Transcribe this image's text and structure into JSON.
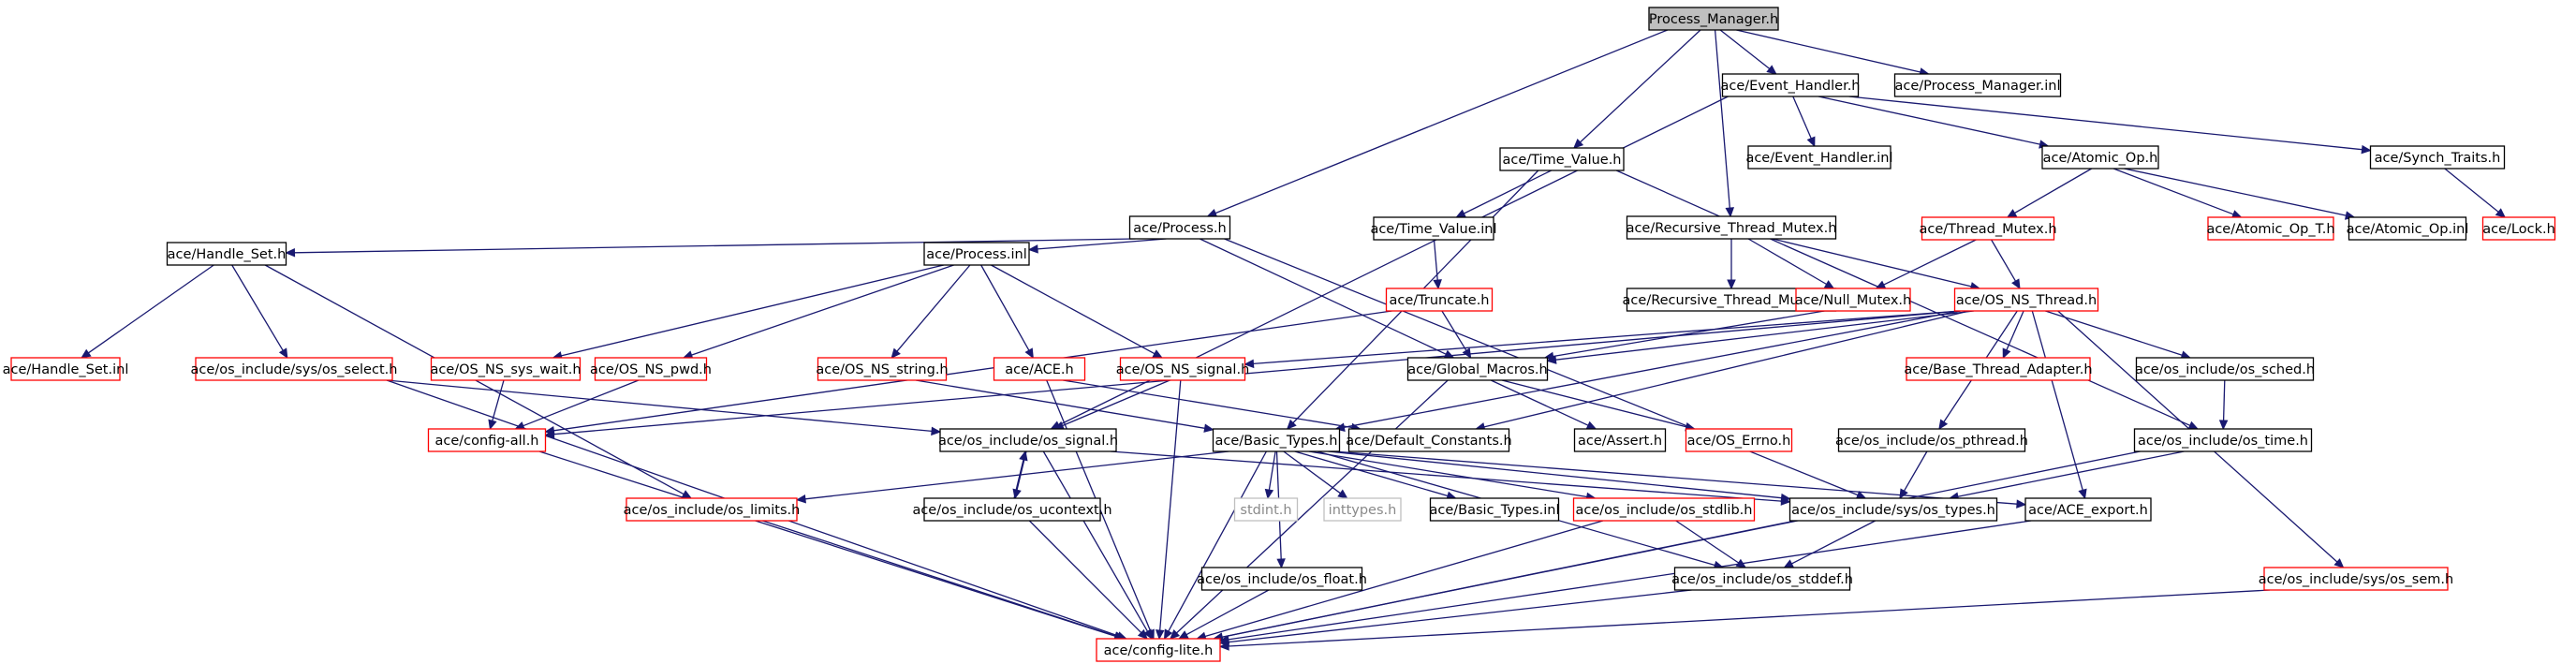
{
  "diagram": {
    "colors": {
      "edge": "#191970",
      "border_documented": "#000000",
      "border_undocumented": "#ff0000",
      "border_system": "#bfbfbf",
      "root_fill": "#bfbfbf"
    },
    "nodes": [
      {
        "id": "n0",
        "label": "Process_Manager.h",
        "style": "root"
      },
      {
        "id": "n1",
        "label": "ace/Event_Handler.h",
        "style": "black"
      },
      {
        "id": "n2",
        "label": "ace/Process_Manager.inl",
        "style": "black"
      },
      {
        "id": "n3",
        "label": "ace/Time_Value.h",
        "style": "black"
      },
      {
        "id": "n4",
        "label": "ace/Event_Handler.inl",
        "style": "black"
      },
      {
        "id": "n5",
        "label": "ace/Atomic_Op.h",
        "style": "black"
      },
      {
        "id": "n6",
        "label": "ace/Synch_Traits.h",
        "style": "black"
      },
      {
        "id": "n7",
        "label": "ace/Process.h",
        "style": "black"
      },
      {
        "id": "n8",
        "label": "ace/Time_Value.inl",
        "style": "black"
      },
      {
        "id": "n9",
        "label": "ace/Recursive_Thread_Mutex.h",
        "style": "black"
      },
      {
        "id": "n10",
        "label": "ace/Thread_Mutex.h",
        "style": "red"
      },
      {
        "id": "n11",
        "label": "ace/Atomic_Op_T.h",
        "style": "red"
      },
      {
        "id": "n12",
        "label": "ace/Atomic_Op.inl",
        "style": "black"
      },
      {
        "id": "n13",
        "label": "ace/Lock.h",
        "style": "red"
      },
      {
        "id": "n14",
        "label": "ace/Handle_Set.h",
        "style": "black"
      },
      {
        "id": "n15",
        "label": "ace/Process.inl",
        "style": "black"
      },
      {
        "id": "n16",
        "label": "ace/Truncate.h",
        "style": "red"
      },
      {
        "id": "n17",
        "label": "ace/Recursive_Thread_Mutex.inl",
        "style": "black"
      },
      {
        "id": "n18",
        "label": "ace/Null_Mutex.h",
        "style": "red"
      },
      {
        "id": "n19",
        "label": "ace/OS_NS_Thread.h",
        "style": "red"
      },
      {
        "id": "n20",
        "label": "ace/Handle_Set.inl",
        "style": "red"
      },
      {
        "id": "n21",
        "label": "ace/os_include/sys/os_select.h",
        "style": "red"
      },
      {
        "id": "n22",
        "label": "ace/OS_NS_sys_wait.h",
        "style": "red"
      },
      {
        "id": "n23",
        "label": "ace/OS_NS_pwd.h",
        "style": "red"
      },
      {
        "id": "n24",
        "label": "ace/OS_NS_string.h",
        "style": "red"
      },
      {
        "id": "n25",
        "label": "ace/ACE.h",
        "style": "red"
      },
      {
        "id": "n26",
        "label": "ace/OS_NS_signal.h",
        "style": "red"
      },
      {
        "id": "n27",
        "label": "ace/Global_Macros.h",
        "style": "black"
      },
      {
        "id": "n28",
        "label": "ace/Base_Thread_Adapter.h",
        "style": "red"
      },
      {
        "id": "n29",
        "label": "ace/os_include/os_sched.h",
        "style": "black"
      },
      {
        "id": "n30",
        "label": "ace/config-all.h",
        "style": "red"
      },
      {
        "id": "n31",
        "label": "ace/os_include/os_signal.h",
        "style": "black"
      },
      {
        "id": "n32",
        "label": "ace/Basic_Types.h",
        "style": "black"
      },
      {
        "id": "n33",
        "label": "ace/Default_Constants.h",
        "style": "black"
      },
      {
        "id": "n34",
        "label": "ace/Assert.h",
        "style": "black"
      },
      {
        "id": "n35",
        "label": "ace/OS_Errno.h",
        "style": "red"
      },
      {
        "id": "n36",
        "label": "ace/os_include/os_pthread.h",
        "style": "black"
      },
      {
        "id": "n37",
        "label": "ace/os_include/os_time.h",
        "style": "black"
      },
      {
        "id": "n38",
        "label": "ace/os_include/os_limits.h",
        "style": "red"
      },
      {
        "id": "n39",
        "label": "ace/os_include/os_ucontext.h",
        "style": "black"
      },
      {
        "id": "n40",
        "label": "stdint.h",
        "style": "gray"
      },
      {
        "id": "n41",
        "label": "inttypes.h",
        "style": "gray"
      },
      {
        "id": "n42",
        "label": "ace/Basic_Types.inl",
        "style": "black"
      },
      {
        "id": "n43",
        "label": "ace/os_include/os_stdlib.h",
        "style": "red"
      },
      {
        "id": "n44",
        "label": "ace/os_include/sys/os_types.h",
        "style": "black"
      },
      {
        "id": "n45",
        "label": "ace/ACE_export.h",
        "style": "black"
      },
      {
        "id": "n46",
        "label": "ace/os_include/os_float.h",
        "style": "black"
      },
      {
        "id": "n47",
        "label": "ace/os_include/os_stddef.h",
        "style": "black"
      },
      {
        "id": "n48",
        "label": "ace/os_include/sys/os_sem.h",
        "style": "red"
      },
      {
        "id": "n49",
        "label": "ace/config-lite.h",
        "style": "red"
      }
    ],
    "edges": [
      [
        "n0",
        "n1"
      ],
      [
        "n0",
        "n2"
      ],
      [
        "n0",
        "n3"
      ],
      [
        "n0",
        "n7"
      ],
      [
        "n0",
        "n9"
      ],
      [
        "n1",
        "n4"
      ],
      [
        "n1",
        "n5"
      ],
      [
        "n1",
        "n6"
      ],
      [
        "n1",
        "n31"
      ],
      [
        "n3",
        "n8"
      ],
      [
        "n3",
        "n32"
      ],
      [
        "n3",
        "n37"
      ],
      [
        "n5",
        "n10"
      ],
      [
        "n5",
        "n11"
      ],
      [
        "n5",
        "n12"
      ],
      [
        "n6",
        "n13"
      ],
      [
        "n7",
        "n14"
      ],
      [
        "n7",
        "n15"
      ],
      [
        "n7",
        "n27"
      ],
      [
        "n7",
        "n44"
      ],
      [
        "n8",
        "n16"
      ],
      [
        "n9",
        "n17"
      ],
      [
        "n9",
        "n18"
      ],
      [
        "n9",
        "n19"
      ],
      [
        "n10",
        "n18"
      ],
      [
        "n10",
        "n19"
      ],
      [
        "n14",
        "n20"
      ],
      [
        "n14",
        "n21"
      ],
      [
        "n14",
        "n38"
      ],
      [
        "n15",
        "n22"
      ],
      [
        "n15",
        "n23"
      ],
      [
        "n15",
        "n24"
      ],
      [
        "n15",
        "n25"
      ],
      [
        "n15",
        "n26"
      ],
      [
        "n16",
        "n27"
      ],
      [
        "n16",
        "n30"
      ],
      [
        "n18",
        "n27"
      ],
      [
        "n19",
        "n26"
      ],
      [
        "n19",
        "n27"
      ],
      [
        "n19",
        "n28"
      ],
      [
        "n19",
        "n29"
      ],
      [
        "n19",
        "n30"
      ],
      [
        "n19",
        "n32"
      ],
      [
        "n19",
        "n33"
      ],
      [
        "n19",
        "n36"
      ],
      [
        "n19",
        "n45"
      ],
      [
        "n19",
        "n48"
      ],
      [
        "n21",
        "n31"
      ],
      [
        "n21",
        "n49"
      ],
      [
        "n22",
        "n30"
      ],
      [
        "n23",
        "n30"
      ],
      [
        "n24",
        "n32"
      ],
      [
        "n25",
        "n33"
      ],
      [
        "n25",
        "n49"
      ],
      [
        "n26",
        "n31"
      ],
      [
        "n26",
        "n49"
      ],
      [
        "n27",
        "n34"
      ],
      [
        "n27",
        "n35"
      ],
      [
        "n27",
        "n49"
      ],
      [
        "n29",
        "n37"
      ],
      [
        "n30",
        "n49"
      ],
      [
        "n31",
        "n39"
      ],
      [
        "n31",
        "n44"
      ],
      [
        "n31",
        "n49"
      ],
      [
        "n32",
        "n38"
      ],
      [
        "n32",
        "n40"
      ],
      [
        "n32",
        "n41"
      ],
      [
        "n32",
        "n42"
      ],
      [
        "n32",
        "n43"
      ],
      [
        "n32",
        "n44"
      ],
      [
        "n32",
        "n45"
      ],
      [
        "n32",
        "n46"
      ],
      [
        "n32",
        "n47"
      ],
      [
        "n32",
        "n49"
      ],
      [
        "n36",
        "n44"
      ],
      [
        "n37",
        "n44"
      ],
      [
        "n37",
        "n49"
      ],
      [
        "n38",
        "n49"
      ],
      [
        "n39",
        "n31"
      ],
      [
        "n39",
        "n49"
      ],
      [
        "n43",
        "n47"
      ],
      [
        "n43",
        "n49"
      ],
      [
        "n44",
        "n47"
      ],
      [
        "n44",
        "n49"
      ],
      [
        "n45",
        "n49"
      ],
      [
        "n46",
        "n49"
      ],
      [
        "n47",
        "n49"
      ],
      [
        "n48",
        "n49"
      ]
    ]
  }
}
